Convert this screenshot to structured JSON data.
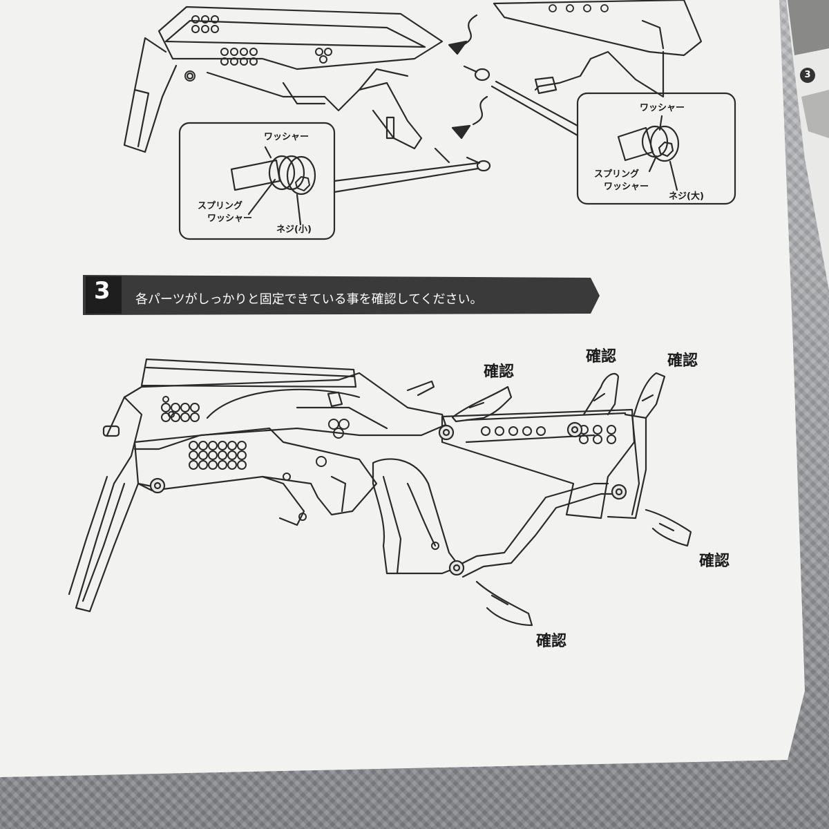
{
  "step": {
    "number": "3",
    "instruction": "各パーツがしっかりと固定できている事を確認してください。"
  },
  "right_page_step_number": "3",
  "callout_left": {
    "washer": "ワッシャー",
    "spring_washer_line1": "スプリング",
    "spring_washer_line2": "ワッシャー",
    "screw": "ネジ(小)"
  },
  "callout_right": {
    "washer": "ワッシャー",
    "spring_washer_line1": "スプリング",
    "spring_washer_line2": "ワッシャー",
    "screw": "ネジ(大)"
  },
  "check_labels": [
    "確認",
    "確認",
    "確認",
    "確認",
    "確認"
  ],
  "colors": {
    "paper": "#f2f2f0",
    "line_art": "#2a2a2a",
    "banner": "#3a3a3a",
    "fabric": "#9c9ea2"
  }
}
